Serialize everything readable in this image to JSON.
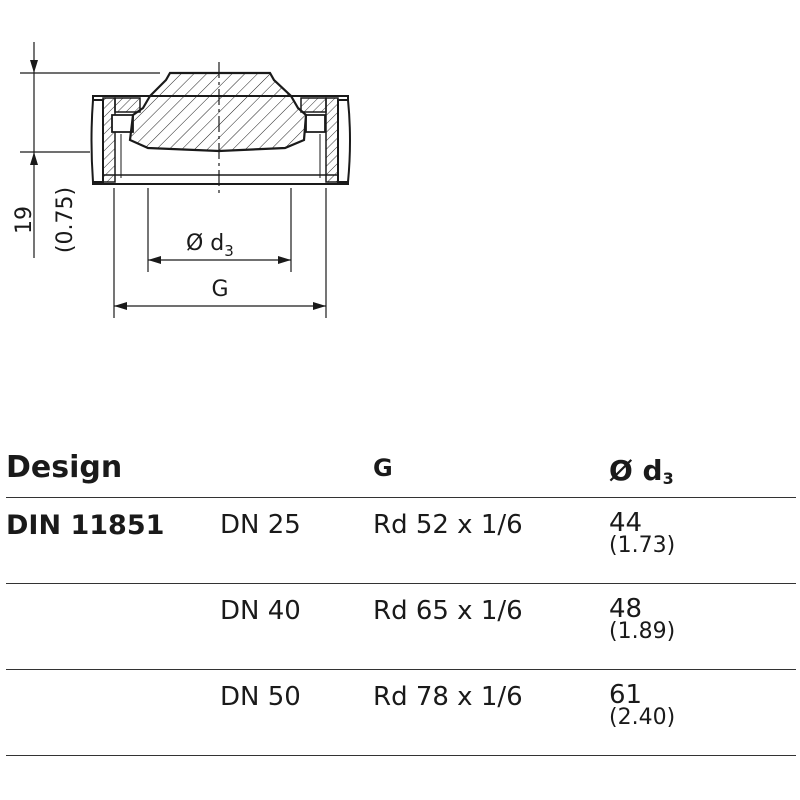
{
  "drawing": {
    "height_dimension_mm": "19",
    "height_dimension_inch": "(0.75)",
    "d3_label_prefix": "Ø d",
    "d3_label_sub": "3",
    "g_label": "G"
  },
  "table": {
    "headers": {
      "design": "Design",
      "g": "G",
      "d3_prefix": "Ø d",
      "d3_sub": "3"
    },
    "rows": [
      {
        "design": "DIN 11851",
        "dn": "DN 25",
        "g": "Rd 52 x 1/6",
        "d3_mm": "44",
        "d3_inch": "(1.73)"
      },
      {
        "design": "",
        "dn": "DN 40",
        "g": "Rd 65 x 1/6",
        "d3_mm": "48",
        "d3_inch": "(1.89)"
      },
      {
        "design": "",
        "dn": "DN 50",
        "g": "Rd 78 x 1/6",
        "d3_mm": "61",
        "d3_inch": "(2.40)"
      }
    ]
  }
}
